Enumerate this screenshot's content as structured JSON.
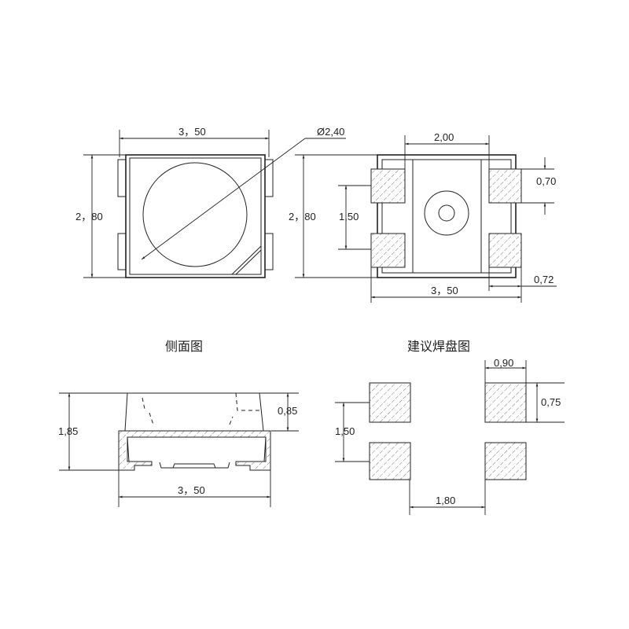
{
  "views": {
    "top": {
      "width_label": "3，50",
      "height_label": "2，80",
      "lens_diameter_label": "Ø2,40"
    },
    "bottom": {
      "center_width_label": "2,00",
      "pad_height_label": "0,70",
      "pad_pitch_label": "1,50",
      "height_label": "2，80",
      "width_label": "3，50",
      "pad_width_label": "0,72"
    },
    "side": {
      "title": "侧面图",
      "height_label": "1,85",
      "lens_height_label": "0,85",
      "width_label": "3，50"
    },
    "footprint": {
      "title": "建议焊盘图",
      "pad_width_label": "0,90",
      "pad_height_label": "0,75",
      "vertical_pitch_label": "1,50",
      "horizontal_gap_label": "1,80"
    }
  }
}
